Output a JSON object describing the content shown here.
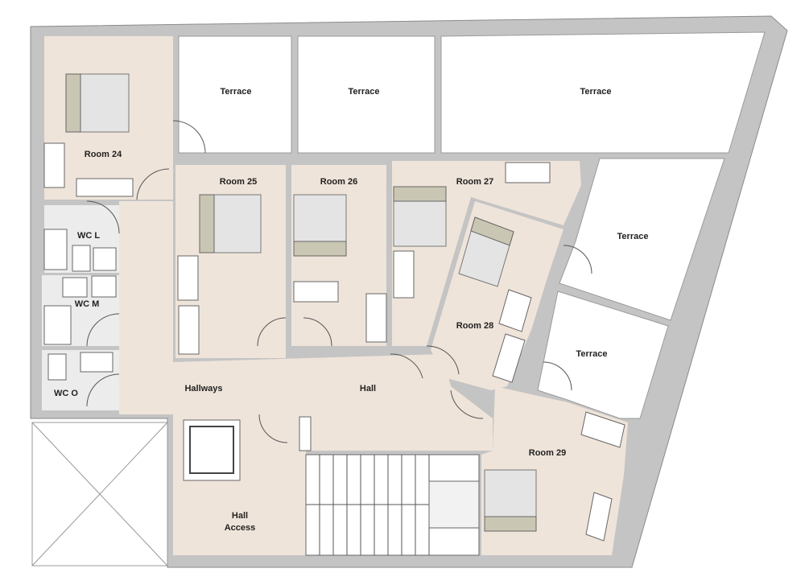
{
  "plan": {
    "rooms": {
      "room24": "Room 24",
      "room25": "Room 25",
      "room26": "Room 26",
      "room27": "Room 27",
      "room28": "Room 28",
      "room29": "Room 29",
      "wc_l": "WC L",
      "wc_m": "WC M",
      "wc_o": "WC O",
      "hallways": "Hallways",
      "hall": "Hall",
      "hall_access_1": "Hall",
      "hall_access_2": "Access"
    },
    "terraces": [
      "Terrace",
      "Terrace",
      "Terrace",
      "Terrace",
      "Terrace"
    ],
    "colors": {
      "floor": "#efe4da",
      "wall": "#c4c4c4",
      "wc": "#ececec",
      "terrace": "#ffffff",
      "bed": "#c9c7b3"
    }
  }
}
